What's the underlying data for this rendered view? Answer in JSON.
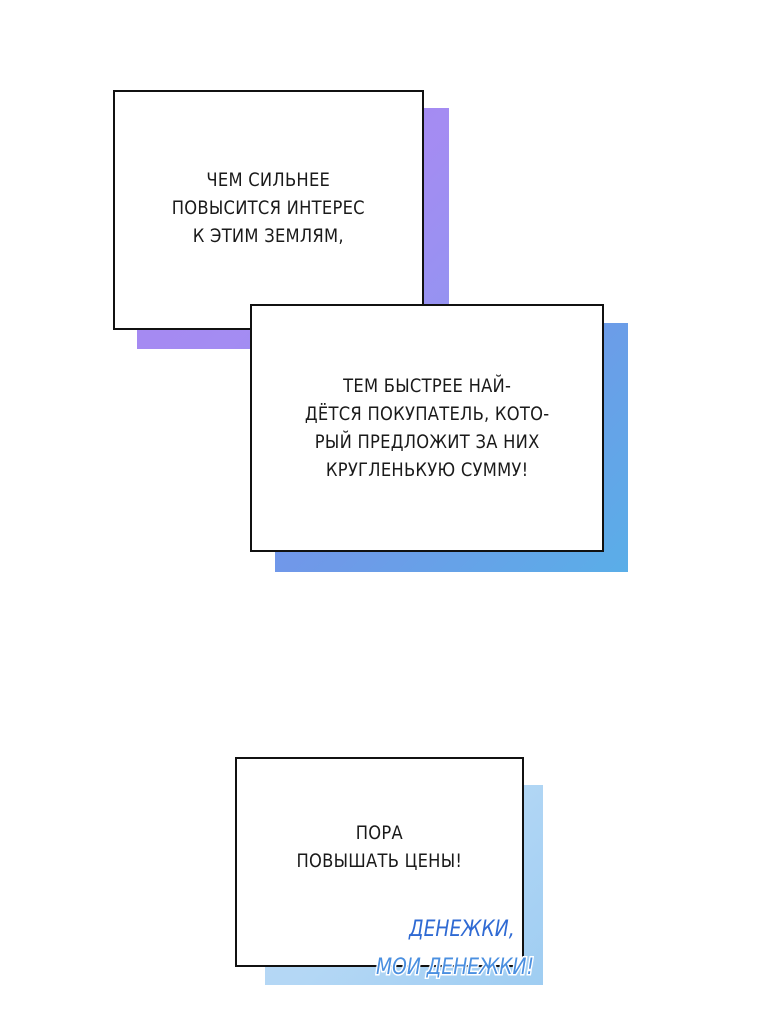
{
  "panels": [
    {
      "lines": [
        "ЧЕМ СИЛЬНЕЕ",
        "ПОВЫСИТСЯ ИНТЕРЕС",
        "К ЭТИМ ЗЕМЛЯМ,"
      ],
      "shadow_color": "#a47ef0"
    },
    {
      "lines": [
        "ТЕМ БЫСТРЕЕ НАЙ-",
        "ДЁТСЯ ПОКУПАТЕЛЬ, КОТО-",
        "РЫЙ ПРЕДЛОЖИТ ЗА НИХ",
        "КРУГЛЕНЬКУЮ СУММУ!"
      ],
      "shadow_color": "#6e9ae8"
    },
    {
      "lines": [
        "ПОРА",
        "ПОВЫШАТЬ ЦЕНЫ!"
      ],
      "shadow_color": "#b3d7f5"
    }
  ],
  "sound_effects": [
    "ДЕНЕЖКИ,",
    "МОИ ДЕНЕЖКИ!"
  ]
}
